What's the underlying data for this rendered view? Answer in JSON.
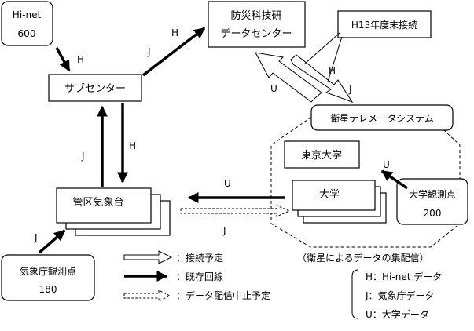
{
  "nodes": {
    "hinet": {
      "line1": "Hi-net",
      "line2": "600"
    },
    "nied": {
      "line1": "防災科技研",
      "line2": "データセンター"
    },
    "h13_note": "H13年度末接続",
    "sub_center": "サブセンター",
    "satellite_system": "衛星テレメータシステム",
    "tokyo_univ": "東京大学",
    "univ": "大学",
    "univ_stations": {
      "line1": "大学観測点",
      "line2": "200"
    },
    "jma_district": "管区気象台",
    "jma_stations": {
      "line1": "気象庁観測点",
      "line2": "180"
    }
  },
  "flow_labels": {
    "hinet_to_sub": "H",
    "sub_to_nied_h": "H",
    "sub_to_nied_j": "J",
    "sat_arrow_h": "H",
    "sat_arrow_j": "J",
    "sat_arrow_u": "U",
    "jma_to_sub": "J",
    "sub_to_jma": "H",
    "univ_to_jma_u": "U",
    "univ_to_jma_j": "J",
    "univst_to_univ": "U",
    "jmast_to_jma": "J"
  },
  "legend": {
    "planned": "：接続予定",
    "existing": "：既存回線",
    "discontinued": "：データ配信中止予定"
  },
  "broadcast": {
    "title": "（衛星によるデータの集配信）",
    "h": "H：Hi-net データ",
    "j": "J：気象庁データ",
    "u": "U：大学データ"
  }
}
